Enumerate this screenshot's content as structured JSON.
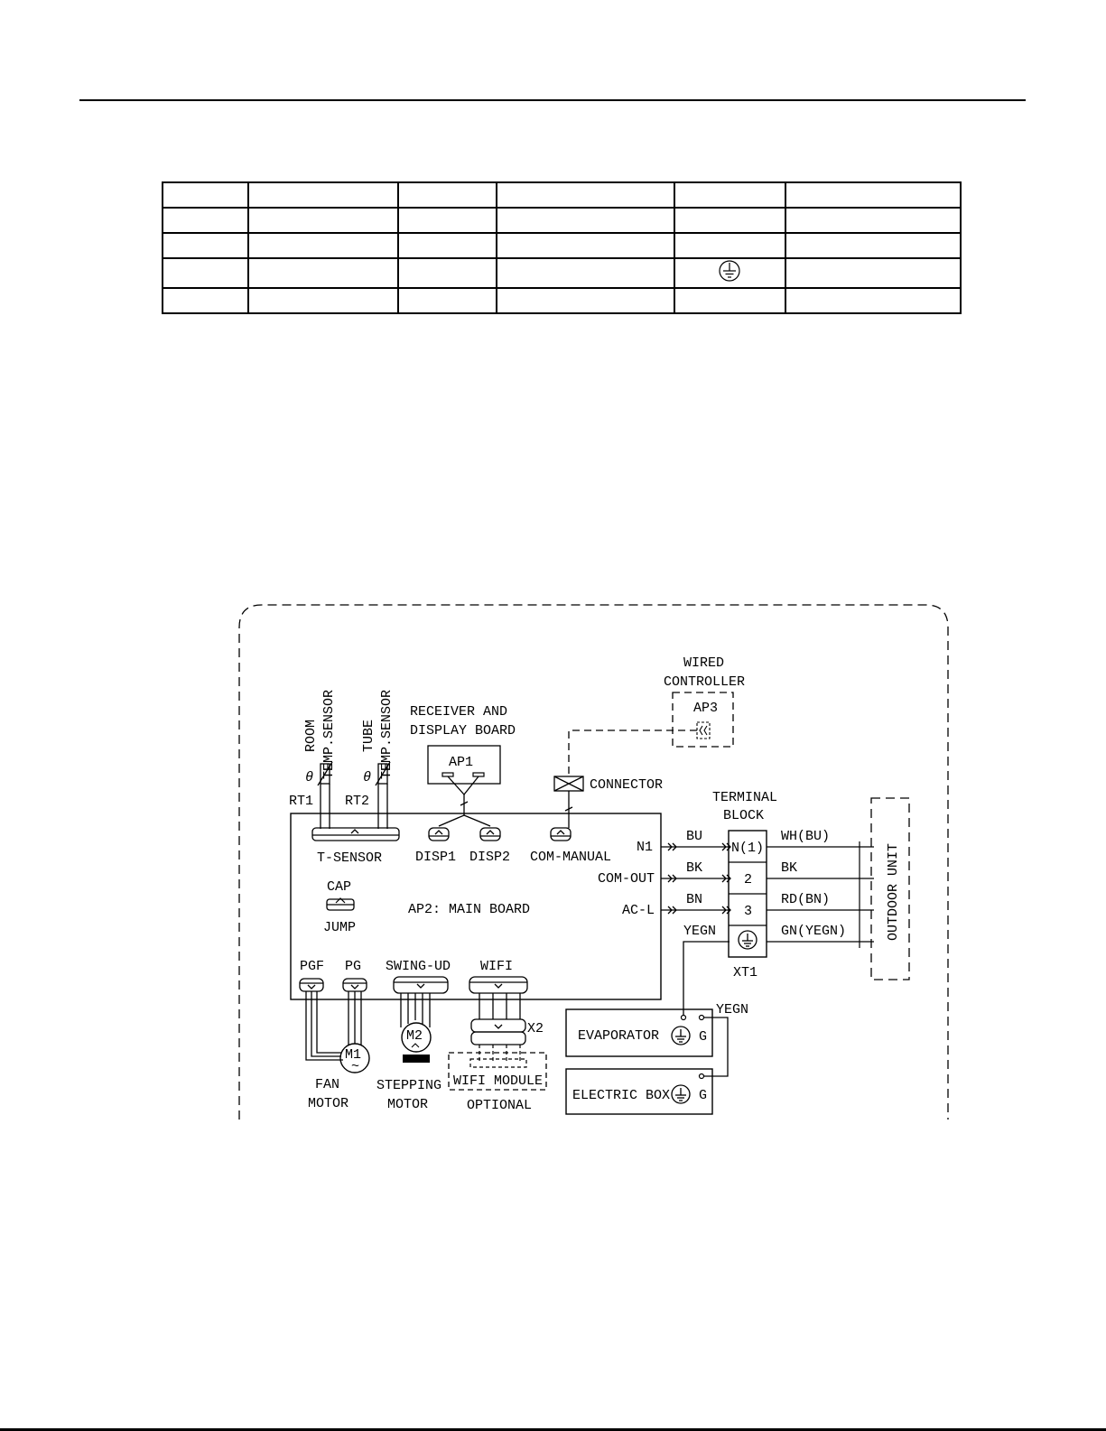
{
  "labels": {
    "room_temp_sensor_l1": "ROOM",
    "room_temp_sensor_l2": "TEMP.SENSOR",
    "tube_temp_sensor_l1": "TUBE",
    "tube_temp_sensor_l2": "TEMP.SENSOR",
    "rt1": "RT1",
    "rt2": "RT2",
    "receiver_l1": "RECEIVER AND",
    "receiver_l2": "DISPLAY BOARD",
    "ap1": "AP1",
    "wired_l1": "WIRED",
    "wired_l2": "CONTROLLER",
    "ap3": "AP3",
    "connector": "CONNECTOR",
    "terminal_l1": "TERMINAL",
    "terminal_l2": "BLOCK",
    "t_sensor": "T-SENSOR",
    "disp1": "DISP1",
    "disp2": "DISP2",
    "com_manual": "COM-MANUAL",
    "n1": "N1",
    "com_out": "COM-OUT",
    "ac_l": "AC-L",
    "cap": "CAP",
    "jump": "JUMP",
    "main_board": "AP2: MAIN BOARD",
    "pgf": "PGF",
    "pg": "PG",
    "swing_ud": "SWING-UD",
    "wifi": "WIFI",
    "x2": "X2",
    "m1": "M1",
    "m2": "M2",
    "fan_l1": "FAN",
    "fan_l2": "MOTOR",
    "stepping_l1": "STEPPING",
    "stepping_l2": "MOTOR",
    "wifi_module": "WIFI MODULE",
    "optional": "OPTIONAL",
    "wire_bu": "BU",
    "wire_bk": "BK",
    "wire_bn": "BN",
    "wire_yegn": "YEGN",
    "term_n1": "N(1)",
    "term_2": "2",
    "term_3": "3",
    "xt1": "XT1",
    "out_wh_bu": "WH(BU)",
    "out_bk": "BK",
    "out_rd_bn": "RD(BN)",
    "out_gn_yegn": "GN(YEGN)",
    "outdoor_unit": "OUTDOOR UNIT",
    "evaporator": "EVAPORATOR",
    "electric_box": "ELECTRIC BOX",
    "g1": "G",
    "g2": "G",
    "yegn2": "YEGN"
  }
}
